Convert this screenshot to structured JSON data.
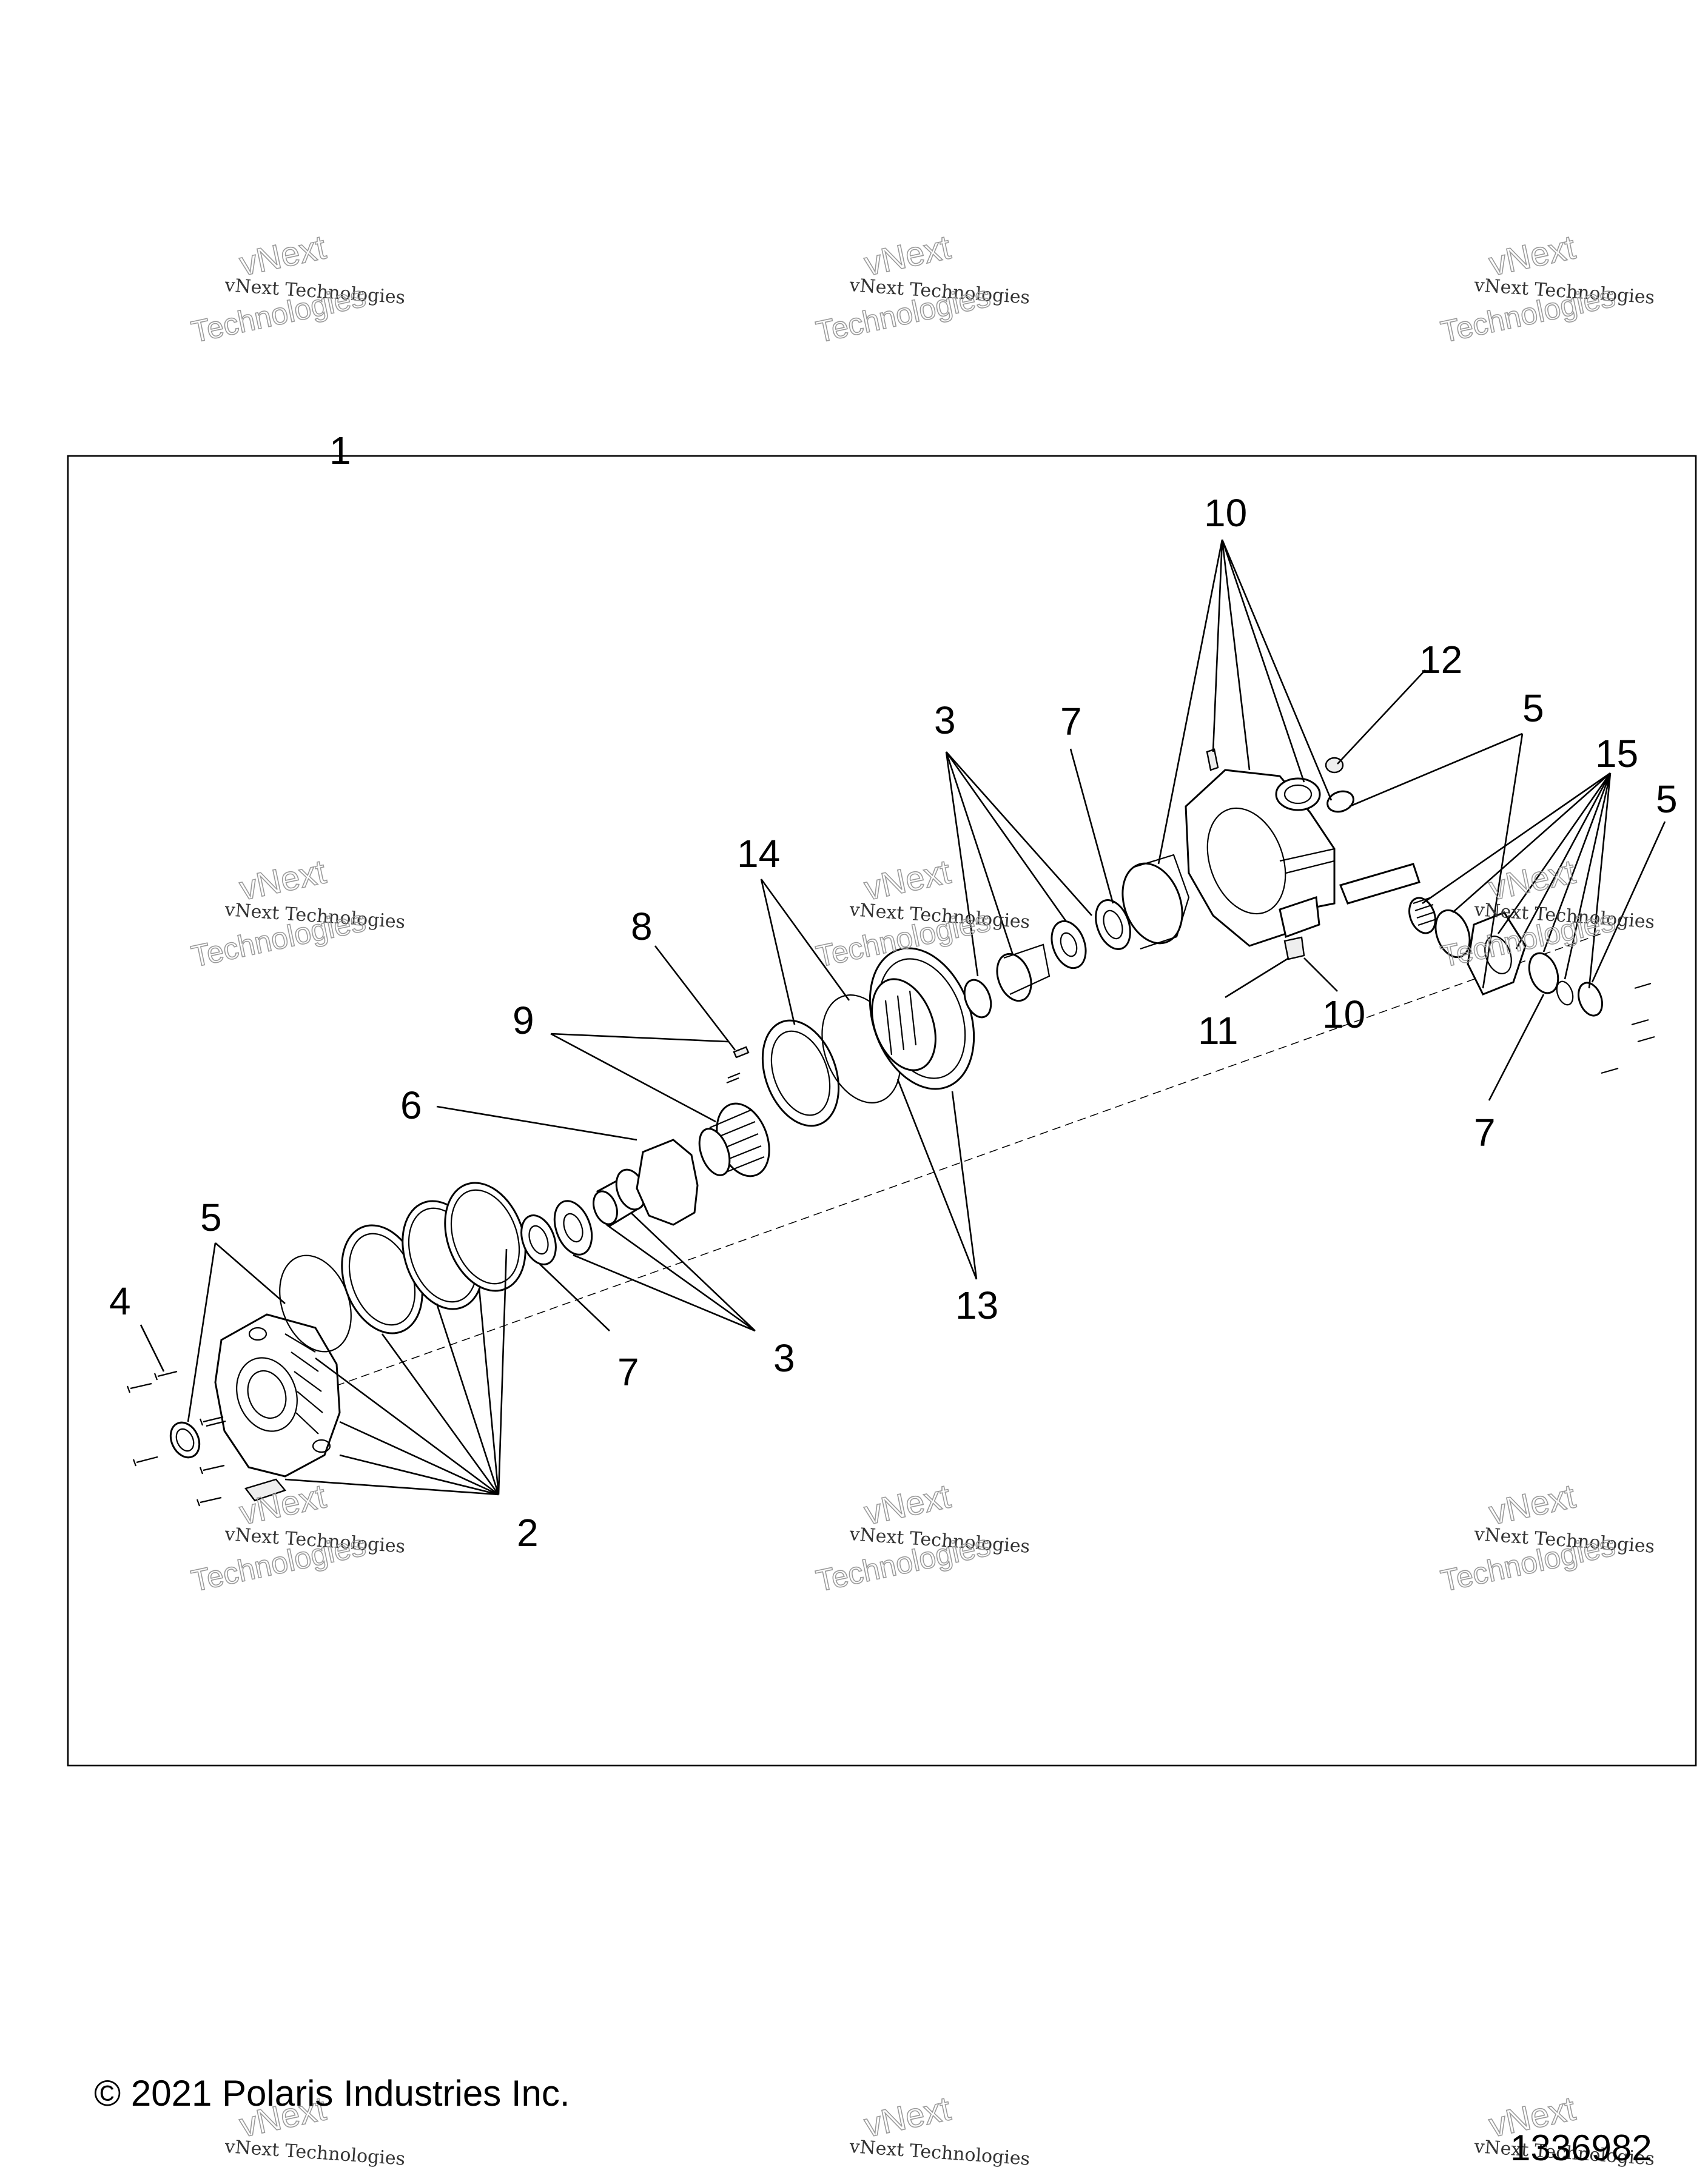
{
  "callouts": [
    {
      "id": "c1",
      "text": "1"
    },
    {
      "id": "c2",
      "text": "2"
    },
    {
      "id": "c3a",
      "text": "3"
    },
    {
      "id": "c3b",
      "text": "3"
    },
    {
      "id": "c4",
      "text": "4"
    },
    {
      "id": "c5a",
      "text": "5"
    },
    {
      "id": "c5b",
      "text": "5"
    },
    {
      "id": "c5c",
      "text": "5"
    },
    {
      "id": "c6",
      "text": "6"
    },
    {
      "id": "c7a",
      "text": "7"
    },
    {
      "id": "c7b",
      "text": "7"
    },
    {
      "id": "c7c",
      "text": "7"
    },
    {
      "id": "c8",
      "text": "8"
    },
    {
      "id": "c9",
      "text": "9"
    },
    {
      "id": "c10a",
      "text": "10"
    },
    {
      "id": "c10b",
      "text": "10"
    },
    {
      "id": "c11",
      "text": "11"
    },
    {
      "id": "c12",
      "text": "12"
    },
    {
      "id": "c13",
      "text": "13"
    },
    {
      "id": "c14",
      "text": "14"
    },
    {
      "id": "c15",
      "text": "15"
    }
  ],
  "watermark": {
    "line1": "vNext Technologies",
    "line2": "vNext",
    "line3": "Technologies"
  },
  "footer": {
    "copyright": "© 2021 Polaris Industries Inc.",
    "drawing_number": "1336982"
  }
}
